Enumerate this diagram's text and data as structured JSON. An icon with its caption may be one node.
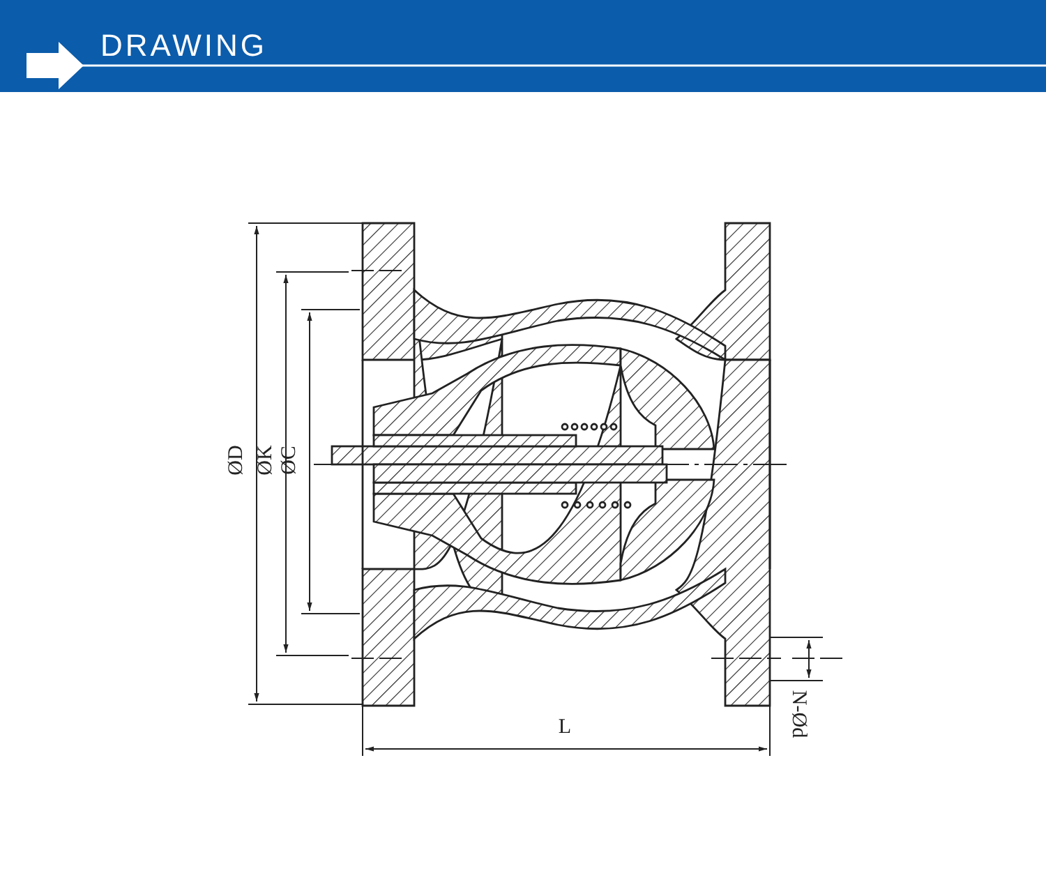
{
  "diagram": {
    "title": "DRAWING",
    "labels": [
      "ØD",
      "ØK",
      "ØC",
      "L",
      "N-Ød"
    ]
  }
}
